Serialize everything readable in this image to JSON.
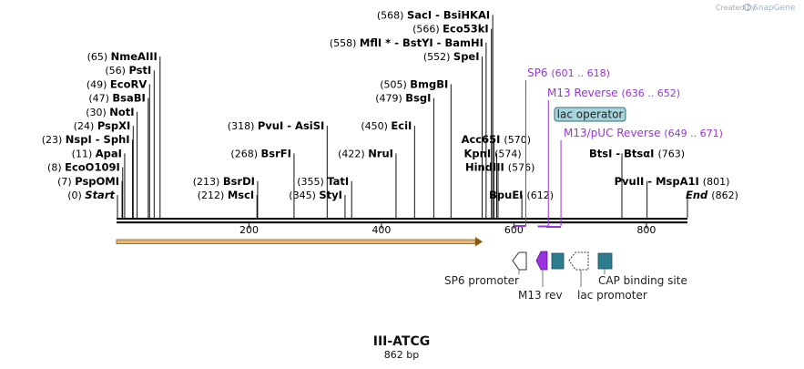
{
  "header": {
    "credit": "Created by",
    "brand": "SnapGene"
  },
  "map": {
    "title": "III-ATCG",
    "subtitle": "862 bp"
  },
  "colors": {
    "primer": "#9933dd",
    "feature_teal": "#2e7d8f",
    "lac_operator_fill": "#a8d4dc",
    "orf_arrow": "#d9862a",
    "backbone": "#111111"
  },
  "sites": [
    {
      "pos": 0,
      "pos_label": "(0)",
      "name": "Start",
      "italic": true,
      "label_row": 0
    },
    {
      "pos": 7,
      "pos_label": "(7)",
      "name": "PspOMI",
      "label_row": 1
    },
    {
      "pos": 8,
      "pos_label": "(8)",
      "name": "EcoO109I",
      "label_row": 2
    },
    {
      "pos": 11,
      "pos_label": "(11)",
      "name": "ApaI",
      "label_row": 3
    },
    {
      "pos": 23,
      "pos_label": "(23)",
      "name": "NspI  -  SphI",
      "label_row": 4
    },
    {
      "pos": 24,
      "pos_label": "(24)",
      "name": "PspXI",
      "label_row": 5
    },
    {
      "pos": 30,
      "pos_label": "(30)",
      "name": "NotI",
      "label_row": 6
    },
    {
      "pos": 47,
      "pos_label": "(47)",
      "name": "BsaBI",
      "label_row": 7
    },
    {
      "pos": 49,
      "pos_label": "(49)",
      "name": "EcoRV",
      "label_row": 8
    },
    {
      "pos": 56,
      "pos_label": "(56)",
      "name": "PstI",
      "label_row": 9
    },
    {
      "pos": 65,
      "pos_label": "(65)",
      "name": "NmeAIII",
      "label_row": 10
    },
    {
      "pos": 212,
      "pos_label": "(212)",
      "name": "MscI",
      "label_row": 0
    },
    {
      "pos": 213,
      "pos_label": "(213)",
      "name": "BsrDI",
      "label_row": 1
    },
    {
      "pos": 268,
      "pos_label": "(268)",
      "name": "BsrFI",
      "label_row": 3
    },
    {
      "pos": 318,
      "pos_label": "(318)",
      "name": "PvuI  -  AsiSI",
      "label_row": 5
    },
    {
      "pos": 345,
      "pos_label": "(345)",
      "name": "StyI",
      "label_row": 0
    },
    {
      "pos": 355,
      "pos_label": "(355)",
      "name": "TatI",
      "label_row": 1
    },
    {
      "pos": 422,
      "pos_label": "(422)",
      "name": "NruI",
      "label_row": 3
    },
    {
      "pos": 450,
      "pos_label": "(450)",
      "name": "EciI",
      "label_row": 5
    },
    {
      "pos": 479,
      "pos_label": "(479)",
      "name": "BsgI",
      "label_row": 7
    },
    {
      "pos": 505,
      "pos_label": "(505)",
      "name": "BmgBI",
      "label_row": 8
    },
    {
      "pos": 552,
      "pos_label": "(552)",
      "name": "SpeI",
      "label_row": 10
    },
    {
      "pos": 558,
      "pos_label": "(558)",
      "name": "MflI *  -  BstYI  -  BamHI",
      "label_row": 11
    },
    {
      "pos": 566,
      "pos_label": "(566)",
      "name": "Eco53kI",
      "label_row": 12
    },
    {
      "pos": 568,
      "pos_label": "(568)",
      "name": "SacI  -  BsiHKAI",
      "label_row": 13
    },
    {
      "pos": 570,
      "pos_label": "(570)",
      "name": "Acc65I",
      "label_row": 4
    },
    {
      "pos": 574,
      "pos_label": "(574)",
      "name": "KpnI",
      "label_row": 3
    },
    {
      "pos": 576,
      "pos_label": "(576)",
      "name": "HindIII",
      "label_row": 2
    },
    {
      "pos": 612,
      "pos_label": "(612)",
      "name": "BpuEI",
      "label_row": 0
    },
    {
      "pos": 763,
      "pos_label": "(763)",
      "name": "BtsI  -  BtsαI",
      "label_row": 3
    },
    {
      "pos": 801,
      "pos_label": "(801)",
      "name": "PvuII  -  MspA1I",
      "label_row": 1
    },
    {
      "pos": 862,
      "pos_label": "(862)",
      "name": "End",
      "italic": true,
      "label_row": 0
    }
  ],
  "ticks": [
    200,
    400,
    600,
    800
  ],
  "primers": [
    {
      "name": "SP6",
      "range": "(601 .. 618)",
      "start": 601,
      "end": 618
    },
    {
      "name": "M13 Reverse",
      "range": "(636 .. 652)",
      "start": 636,
      "end": 652
    },
    {
      "name": "M13/pUC Reverse",
      "range": "(649 .. 671)",
      "start": 649,
      "end": 671
    }
  ],
  "features": [
    {
      "name": "lac operator",
      "kind": "box"
    },
    {
      "name": "SP6 promoter",
      "kind": "arrow-white"
    },
    {
      "name": "M13 rev",
      "kind": "arrow-purple"
    },
    {
      "name": "lac promoter",
      "kind": "arrow-dotted"
    },
    {
      "name": "CAP binding site",
      "kind": "box-teal"
    }
  ]
}
